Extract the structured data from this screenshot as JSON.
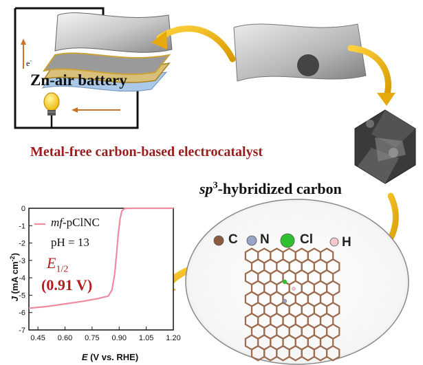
{
  "battery": {
    "title": "Zn-air battery",
    "electron_label": "e",
    "electron_sup": "-"
  },
  "headline": {
    "text": "Metal-free carbon-based electrocatalyst",
    "color": "#9b1c1c"
  },
  "hybrid": {
    "prefix": "sp",
    "sup": "3",
    "suffix": "-hybridized carbon"
  },
  "legend": {
    "items": [
      {
        "label": "C",
        "color": "#8b5a3c"
      },
      {
        "label": "N",
        "color": "#9aa4c8"
      },
      {
        "label": "Cl",
        "color": "#2fc02f"
      },
      {
        "label": "H",
        "color": "#f0c8c8"
      }
    ]
  },
  "plot_labels": {
    "sample_italic": "mf",
    "sample_rest": "-pClNC",
    "ph": "pH = 13",
    "e_half_main": "E",
    "e_half_sub": "1/2",
    "e_half_value": "(0.91 V)",
    "accent_color": "#b01e1e",
    "ylabel_j": "J",
    "ylabel_rest": " (mA cm",
    "ylabel_sup": "-2",
    "ylabel_close": ")",
    "xlabel_e": "E",
    "xlabel_rest": " (V vs. RHE)"
  },
  "chart_data": {
    "type": "line",
    "xlabel": "E (V vs. RHE)",
    "ylabel": "J (mA cm-2)",
    "xlim": [
      0.4,
      1.2
    ],
    "ylim": [
      -7,
      0
    ],
    "xticks": [
      "0.45",
      "0.60",
      "0.75",
      "0.90",
      "1.05",
      "1.20"
    ],
    "xtick_values": [
      0.45,
      0.6,
      0.75,
      0.9,
      1.05,
      1.2
    ],
    "yticks": [
      "0",
      "-1",
      "-2",
      "-3",
      "-4",
      "-5",
      "-6",
      "-7"
    ],
    "ytick_values": [
      0,
      -1,
      -2,
      -3,
      -4,
      -5,
      -6,
      -7
    ],
    "series": [
      {
        "color": "#f08aa0",
        "x": [
          0.4,
          0.5,
          0.6,
          0.7,
          0.78,
          0.84,
          0.86,
          0.875,
          0.885,
          0.895,
          0.905,
          0.915,
          0.93,
          0.95,
          1.0,
          1.1,
          1.2
        ],
        "y": [
          -5.75,
          -5.65,
          -5.5,
          -5.35,
          -5.2,
          -5.05,
          -4.7,
          -3.8,
          -2.7,
          -1.5,
          -0.6,
          -0.15,
          -0.02,
          0.0,
          0.0,
          0.0,
          0.0
        ]
      }
    ]
  }
}
